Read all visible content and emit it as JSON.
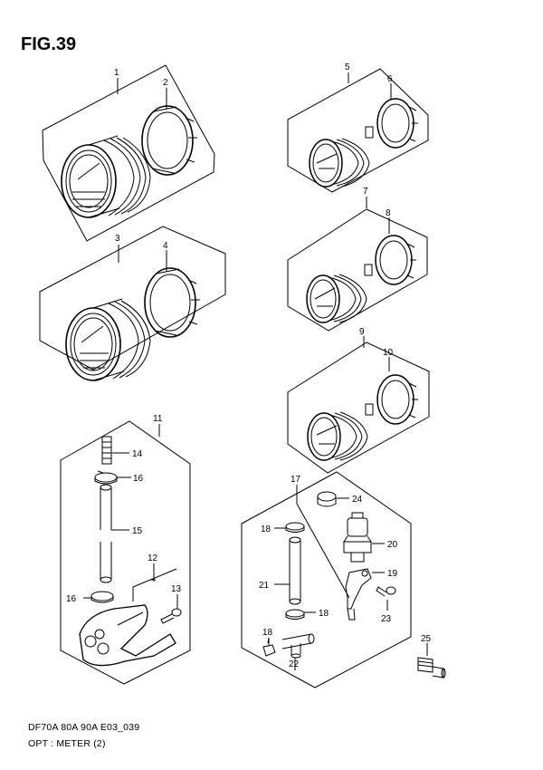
{
  "figure": {
    "title": "FIG.39",
    "footer_code": "DF70A 80A 90A E03_039",
    "footer_desc": "OPT : METER (2)"
  },
  "callouts": {
    "p1": "1",
    "p2": "2",
    "p3": "3",
    "p4": "4",
    "p5": "5",
    "p6": "6",
    "p7": "7",
    "p8": "8",
    "p9": "9",
    "p10": "10",
    "p11": "11",
    "p12": "12",
    "p13": "13",
    "p14": "14",
    "p15": "15",
    "p16a": "16",
    "p16b": "16",
    "p17": "17",
    "p18a": "18",
    "p18b": "18",
    "p18c": "18",
    "p19": "19",
    "p20": "20",
    "p21": "21",
    "p22": "22",
    "p23": "23",
    "p24": "24",
    "p25": "25"
  }
}
